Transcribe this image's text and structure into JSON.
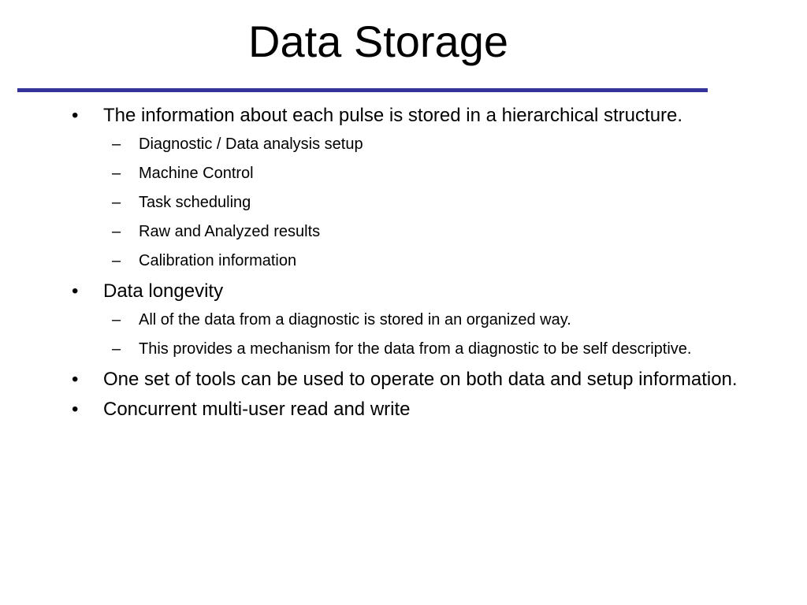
{
  "slide": {
    "title": "Data Storage",
    "accent_color": "#333399",
    "bullet_marker": "•",
    "sub_marker": "–"
  },
  "bullets": [
    {
      "text": "The information about each pulse is stored in a hierarchical structure.",
      "sub": [
        "Diagnostic / Data analysis setup",
        "Machine Control",
        "Task scheduling",
        "Raw and Analyzed results",
        "Calibration information"
      ]
    },
    {
      "text": "Data longevity",
      "sub": [
        "All of the data from a diagnostic is stored in an organized way.",
        "This provides a mechanism for the data from a diagnostic to be self descriptive."
      ]
    },
    {
      "text": "One set of tools can be used to operate on both data and setup information.",
      "sub": []
    },
    {
      "text": "Concurrent multi-user read and write",
      "sub": []
    }
  ]
}
